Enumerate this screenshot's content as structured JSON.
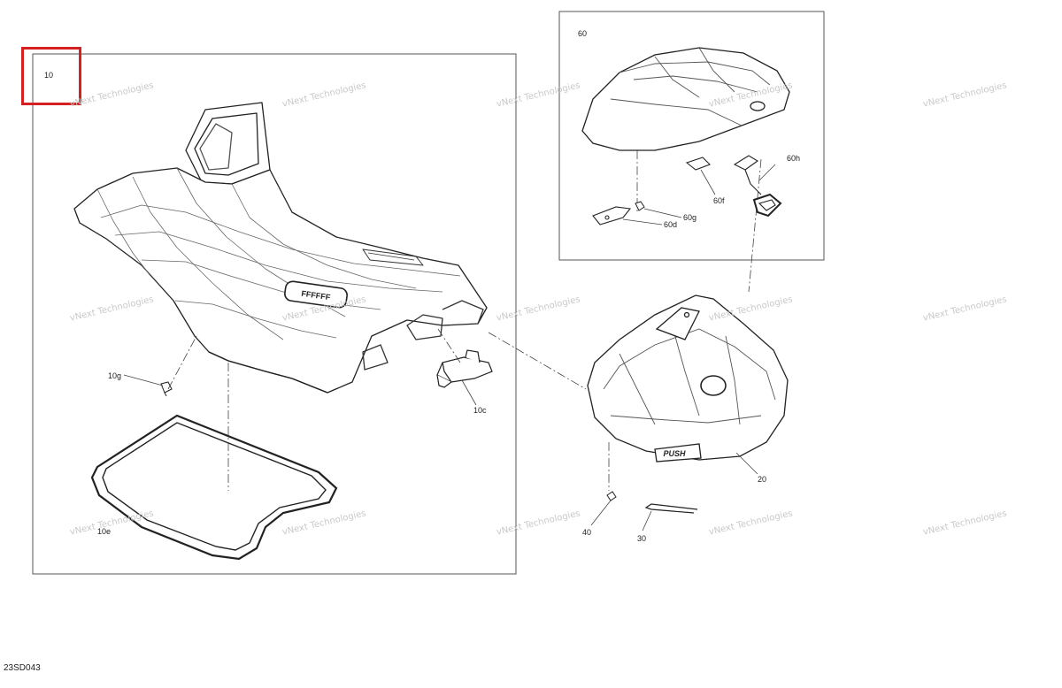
{
  "diagram": {
    "code": "23SD043",
    "groups": [
      {
        "id": "10",
        "label": "10"
      },
      {
        "id": "60",
        "label": "60"
      }
    ],
    "callouts": [
      {
        "id": "10g",
        "label": "10g"
      },
      {
        "id": "10c",
        "label": "10c"
      },
      {
        "id": "10e",
        "label": "10e"
      },
      {
        "id": "60h",
        "label": "60h"
      },
      {
        "id": "60f",
        "label": "60f"
      },
      {
        "id": "60g",
        "label": "60g"
      },
      {
        "id": "60d",
        "label": "60d"
      },
      {
        "id": "20",
        "label": "20"
      },
      {
        "id": "40",
        "label": "40"
      },
      {
        "id": "30",
        "label": "30"
      }
    ],
    "decals": {
      "seat_logo": "FFFFFF",
      "push_badge": "PUSH"
    },
    "watermark": {
      "text": "vNext Technologies",
      "color": "#c9c9c9"
    },
    "highlight_color": "#d42020"
  }
}
